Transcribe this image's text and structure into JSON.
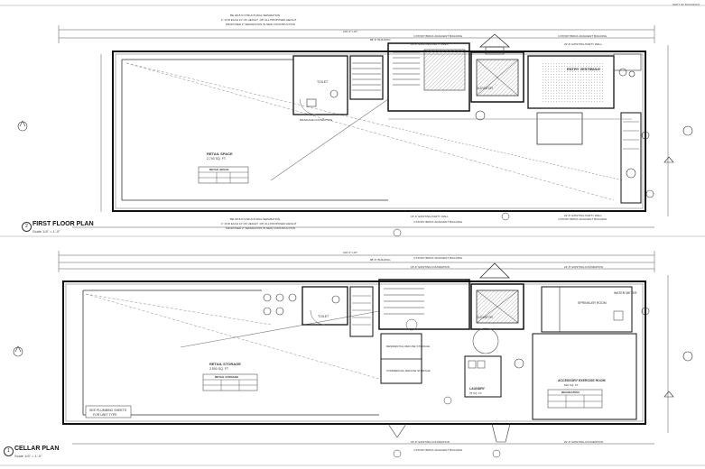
{
  "sheet_corner": "DEPT OF BUILDINGS",
  "first_floor": {
    "title": "FIRST FLOOR PLAN",
    "scale": "Scale 1/4\" = 1'-0\"",
    "number": "2",
    "notes": {
      "sep_top_1": "BE 1815 R STRUCTURAL SEPARATION",
      "sep_top_2": "1\" FOR EACH 10' OF HEIGHT. 1/8\" ALL PROPOSED HEIGHT",
      "sep_top_3": "PROPOSED 2\" SEPARATION IN NEW CONSTRUCTION",
      "sep_bot_1": "BE 1815 R STRUCTURAL SEPARATION",
      "sep_bot_2": "1\" FOR EACH 10' OF HEIGHT. 1/8\" ALL PROPOSED HEIGHT",
      "sep_bot_3": "PROPOSED 2\" SEPARATION IN NEW CONSTRUCTION",
      "adj_top": "4 STORY BRICK ADJACENT BUILDING",
      "adj_top_right": "4 STORY BRICK ADJACENT BUILDING",
      "adj_bot": "4 STORY BRICK ADJACENT BUILDING",
      "adj_bot_right": "4 STORY BRICK ADJACENT BUILDING",
      "party_wall_top": "18'-6\" EXISTING PARTY WALL",
      "party_wall_top_r": "22'-6\" EXISTING PARTY WALL",
      "party_wall_bot": "18'-6\" EXISTING PARTY WALL",
      "party_wall_bot_r": "22'-6\" EXISTING PARTY WALL",
      "overall": "100'-0\" LOT",
      "building": "88'-6\" BUILDING",
      "entry": "ENTRY VESTIBULE",
      "elevator": "ELEVATOR",
      "toilet": "TOILET",
      "drainage": "DRAINAGE FOUNDATION"
    },
    "space_label": "RETAIL SPACE",
    "space_area": "2,700 SQ. FT.",
    "table_title": "RETAIL SPACE"
  },
  "cellar": {
    "title": "CELLAR PLAN",
    "scale": "Scale 1/4\" = 1'-0\"",
    "number": "1",
    "notes": {
      "adj_top": "4 STORY BRICK ADJACENT BUILDING",
      "adj_bot": "4 STORY BRICK ADJACENT BUILDING",
      "found_top": "18'-6\" EXISTING FOUNDATION",
      "found_top_r": "22'-6\" EXISTING FOUNDATION",
      "found_bot": "18'-6\" EXISTING FOUNDATION",
      "found_bot_r": "22'-6\" EXISTING FOUNDATION",
      "overall": "100'-0\" LOT",
      "building": "88'-6\" BUILDING",
      "toilet": "TOILET",
      "elevator": "ELEVATOR",
      "sprinkler": "SPRINKLER ROOM",
      "water": "WATER METER",
      "laundry": "LAUNDRY",
      "laundry_area": "75 SQ. FT.",
      "accessory": "ACCESSORY EXERCISE ROOM",
      "accessory_area": "520 SQ. FT.",
      "recreation": "RECREATION",
      "refuse": "RESIDENTIAL REFUSE STORAGE",
      "comm": "COMMERCIAL REFUSE STORAGE",
      "plumbing_1": "SEE PLUMBING SHEETS",
      "plumbing_2": "FOR UNIT TYPE"
    },
    "space_label": "RETAIL STORAGE",
    "space_area": "2,500 SQ. FT.",
    "table_title": "RETAIL STORAGE"
  }
}
